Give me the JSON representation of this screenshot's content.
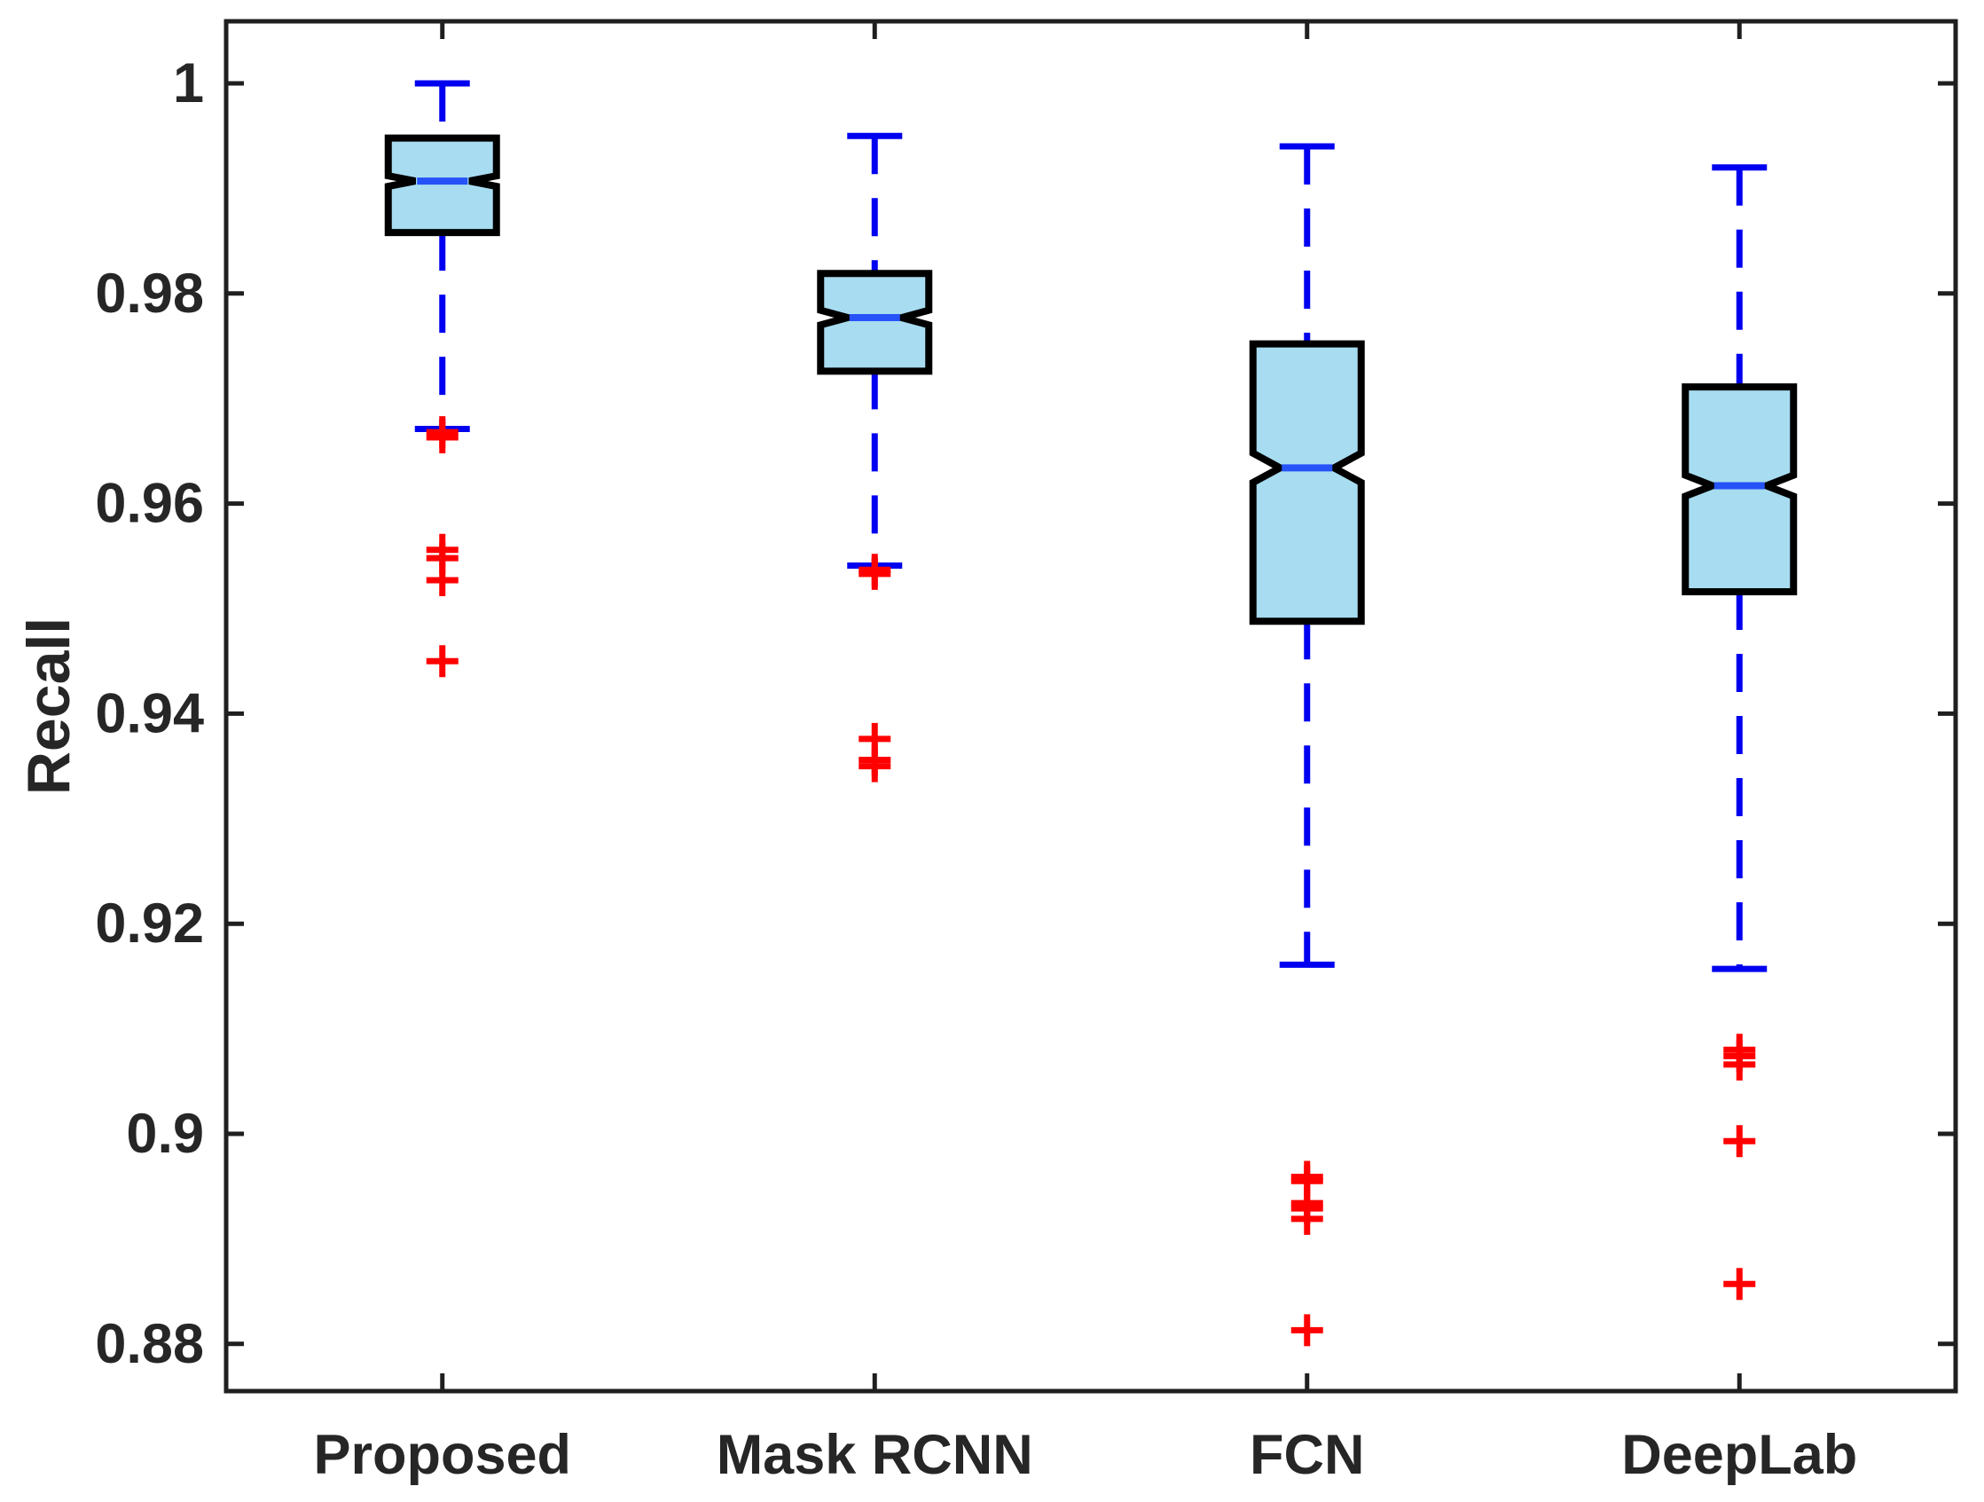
{
  "chart_data": {
    "type": "boxplot",
    "title": "",
    "ylabel": "Recall",
    "xlabel": "",
    "grid": false,
    "notched": true,
    "ylim": [
      0.8755,
      1.006
    ],
    "y_ticks": [
      1,
      0.98,
      0.96,
      0.94,
      0.92,
      0.9,
      0.88
    ],
    "y_tick_labels": [
      "1",
      "0.98",
      "0.96",
      "0.94",
      "0.92",
      "0.9",
      "0.88"
    ],
    "categories": [
      "Proposed",
      "Mask RCNN",
      "FCN",
      "DeepLab"
    ],
    "series": [
      {
        "name": "Proposed",
        "whisker_high": 1.0,
        "q3": 0.9948,
        "median": 0.9907,
        "q1": 0.9858,
        "whisker_low": 0.9671,
        "notch_half": 0.0005,
        "outliers": [
          0.9668,
          0.9663,
          0.9556,
          0.9548,
          0.9527,
          0.945
        ]
      },
      {
        "name": "Mask RCNN",
        "whisker_high": 0.995,
        "q3": 0.9819,
        "median": 0.9777,
        "q1": 0.9726,
        "whisker_low": 0.9541,
        "notch_half": 0.0007,
        "outliers": [
          0.9537,
          0.9533,
          0.9376,
          0.9356,
          0.935
        ]
      },
      {
        "name": "FCN",
        "whisker_high": 0.994,
        "q3": 0.9752,
        "median": 0.9634,
        "q1": 0.9488,
        "whisker_low": 0.9161,
        "notch_half": 0.0014,
        "outliers": [
          0.8959,
          0.8955,
          0.8934,
          0.8929,
          0.8919,
          0.8813
        ]
      },
      {
        "name": "DeepLab",
        "whisker_high": 0.992,
        "q3": 0.9711,
        "median": 0.9617,
        "q1": 0.9516,
        "whisker_low": 0.9157,
        "notch_half": 0.001,
        "outliers": [
          0.908,
          0.9074,
          0.9066,
          0.8993,
          0.8857
        ]
      }
    ],
    "marker": "plus",
    "colors": {
      "background": "#FFFFFF",
      "box_fill": "#A8DCF0",
      "box_edge": "#000000",
      "median_line": "#2653F8",
      "whisker": "#0000F0",
      "outlier": "#FF0000",
      "axis_frame": "#1F1F1F",
      "tick_text": "#262626"
    }
  }
}
